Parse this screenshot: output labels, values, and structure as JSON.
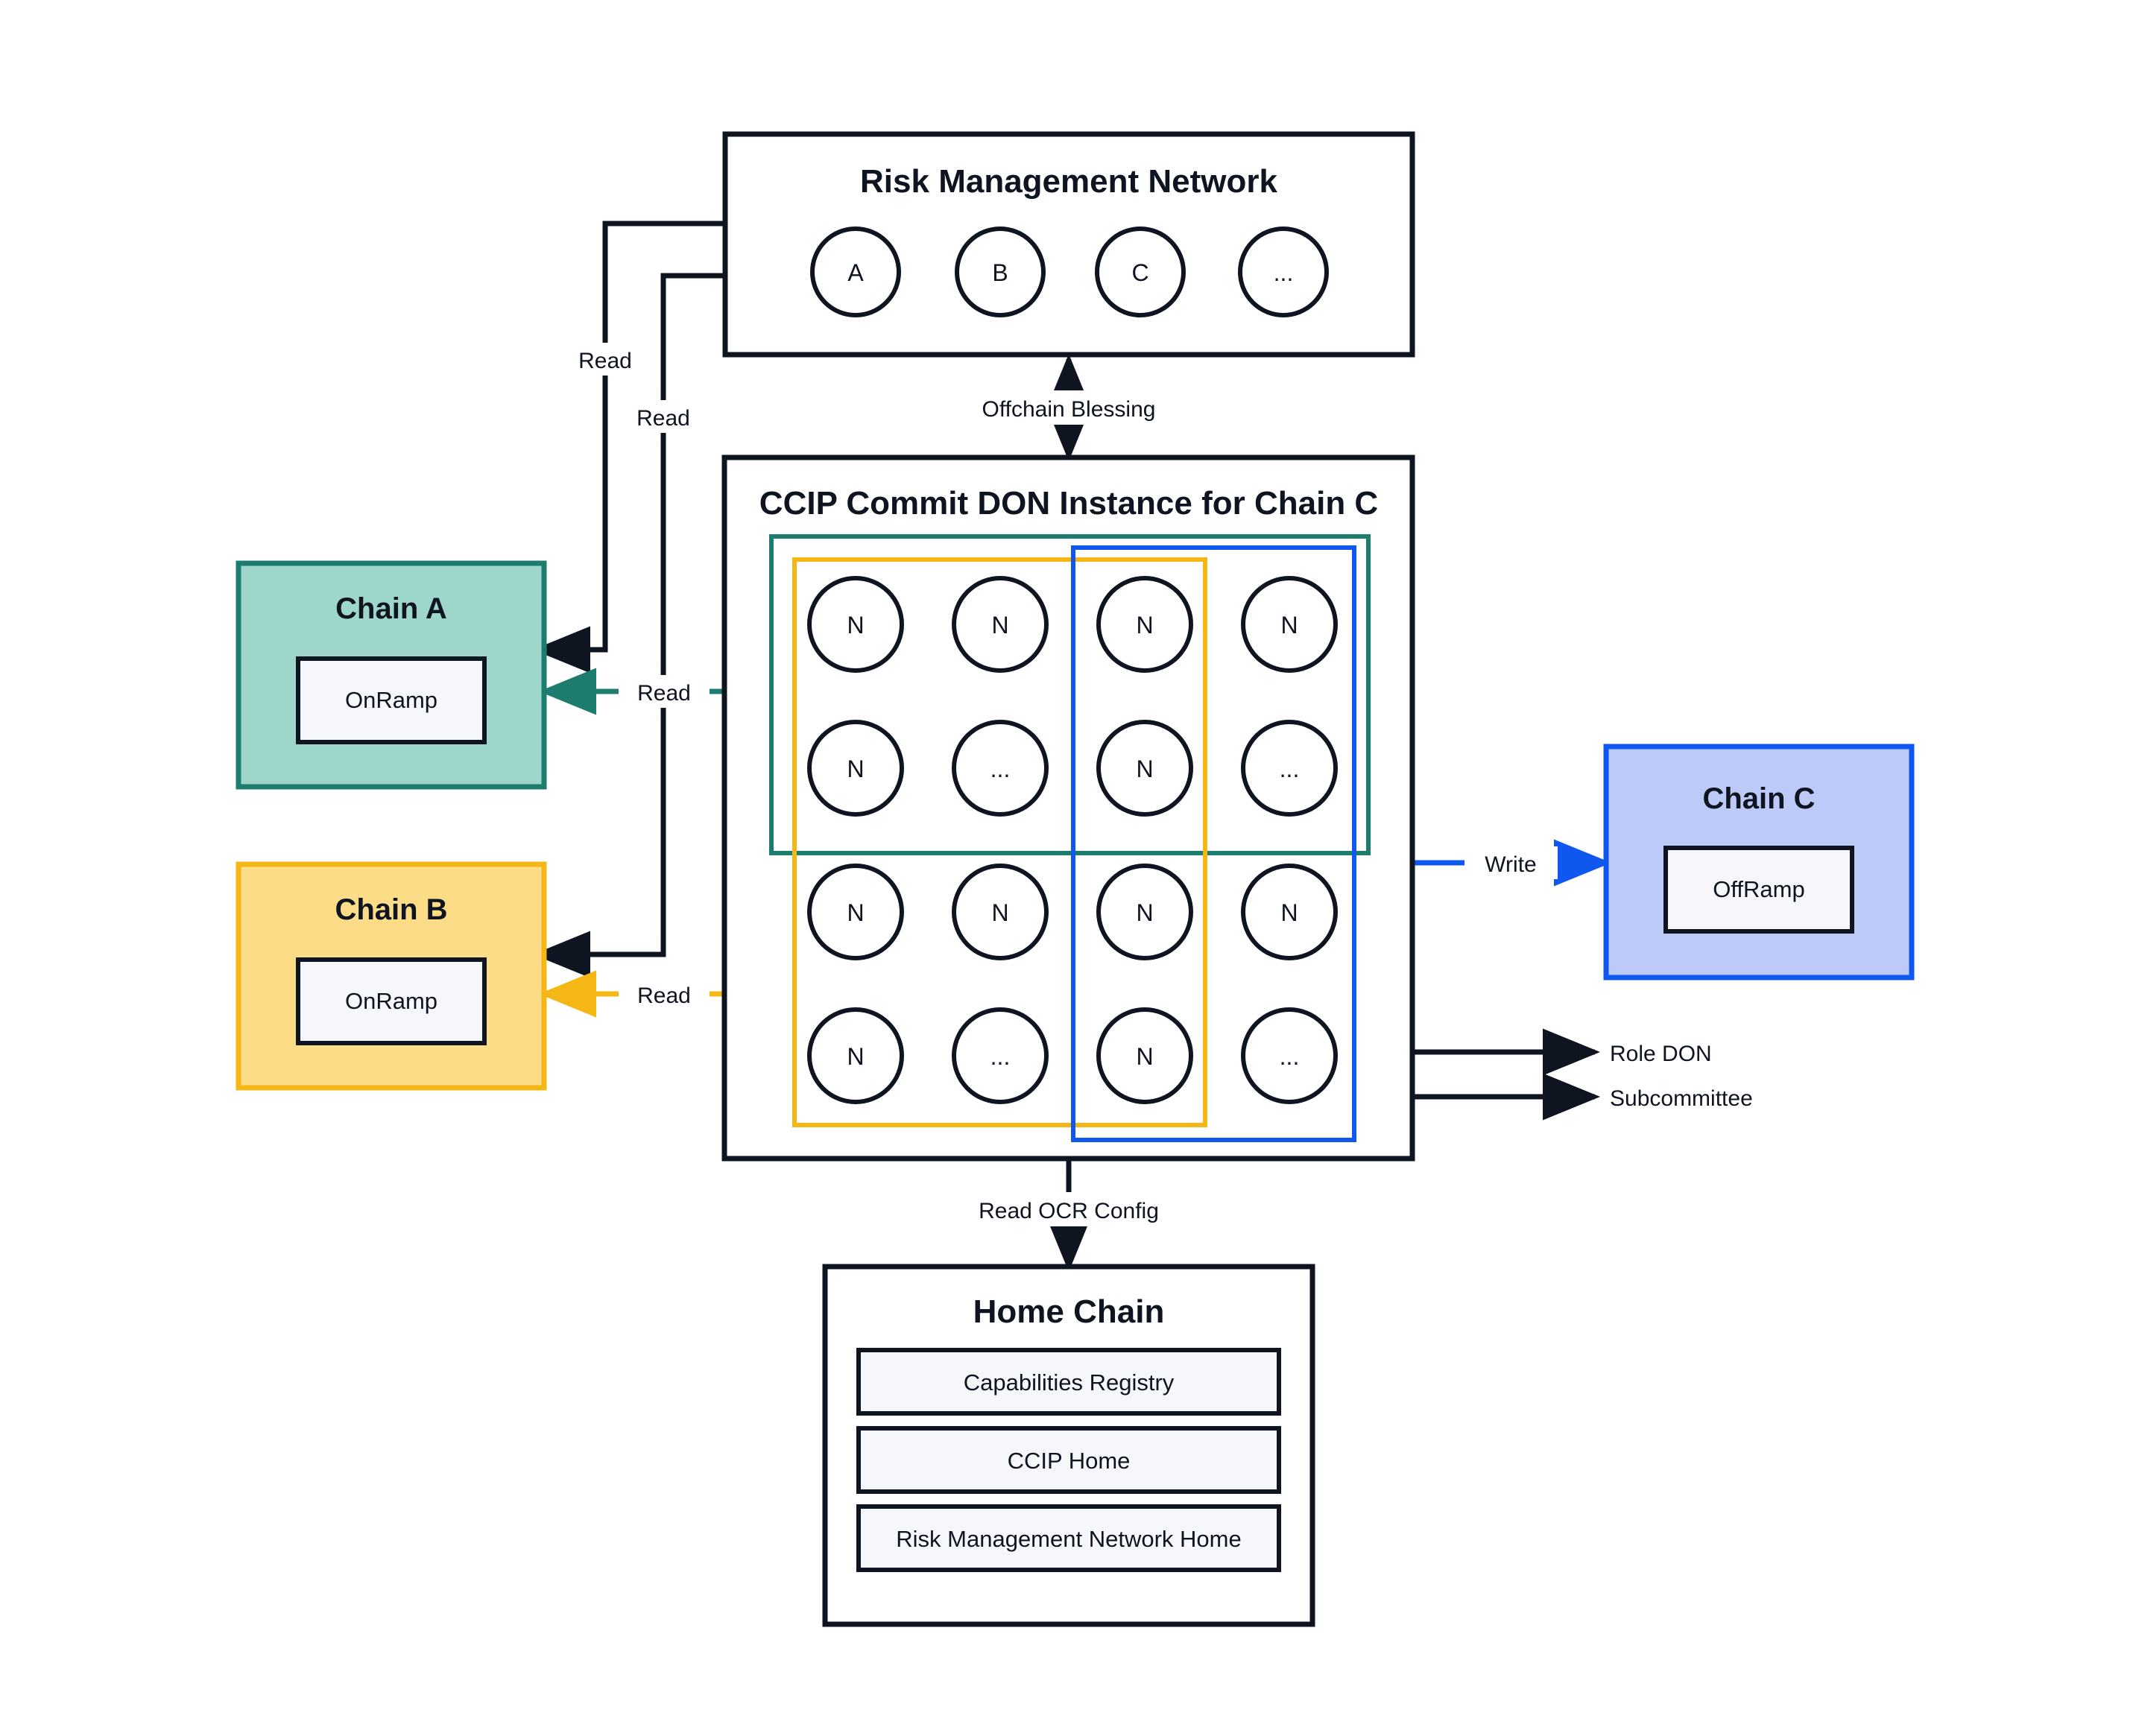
{
  "diagram": {
    "title_rmn": "Risk Management Network",
    "title_ccip": "CCIP Commit DON Instance for Chain C",
    "title_home": "Home Chain",
    "title_chain_a": "Chain A",
    "title_chain_b": "Chain B",
    "title_chain_c": "Chain C",
    "onramp_a": "OnRamp",
    "onramp_b": "OnRamp",
    "offramp_c": "OffRamp",
    "rmn_nodes": [
      "A",
      "B",
      "C",
      "..."
    ],
    "don_nodes": [
      [
        "N",
        "N",
        "N",
        "N"
      ],
      [
        "N",
        "...",
        "N",
        "..."
      ],
      [
        "N",
        "N",
        "N",
        "N"
      ],
      [
        "N",
        "...",
        "N",
        "..."
      ]
    ],
    "home_chain_items": [
      "Capabilities Registry",
      "CCIP Home",
      "Risk Management Network Home"
    ],
    "edges": {
      "read_rmn_a": "Read",
      "read_rmn_b": "Read",
      "read_don_a": "Read",
      "read_don_b": "Read",
      "write_c": "Write",
      "offchain_blessing": "Offchain Blessing",
      "read_ocr_config": "Read OCR Config",
      "legend_role_don": "Role DON",
      "legend_subcommittee": "Subcommittee"
    },
    "colors": {
      "ink": "#0e1420",
      "teal": "#1c7d6e",
      "teal_fill": "#9ed6cb",
      "yellow": "#f5b715",
      "yellow_fill": "#fcdc86",
      "blue": "#1057f0",
      "blue_fill": "#bdc9f7",
      "panel_fill": "#f6f7fb"
    }
  }
}
